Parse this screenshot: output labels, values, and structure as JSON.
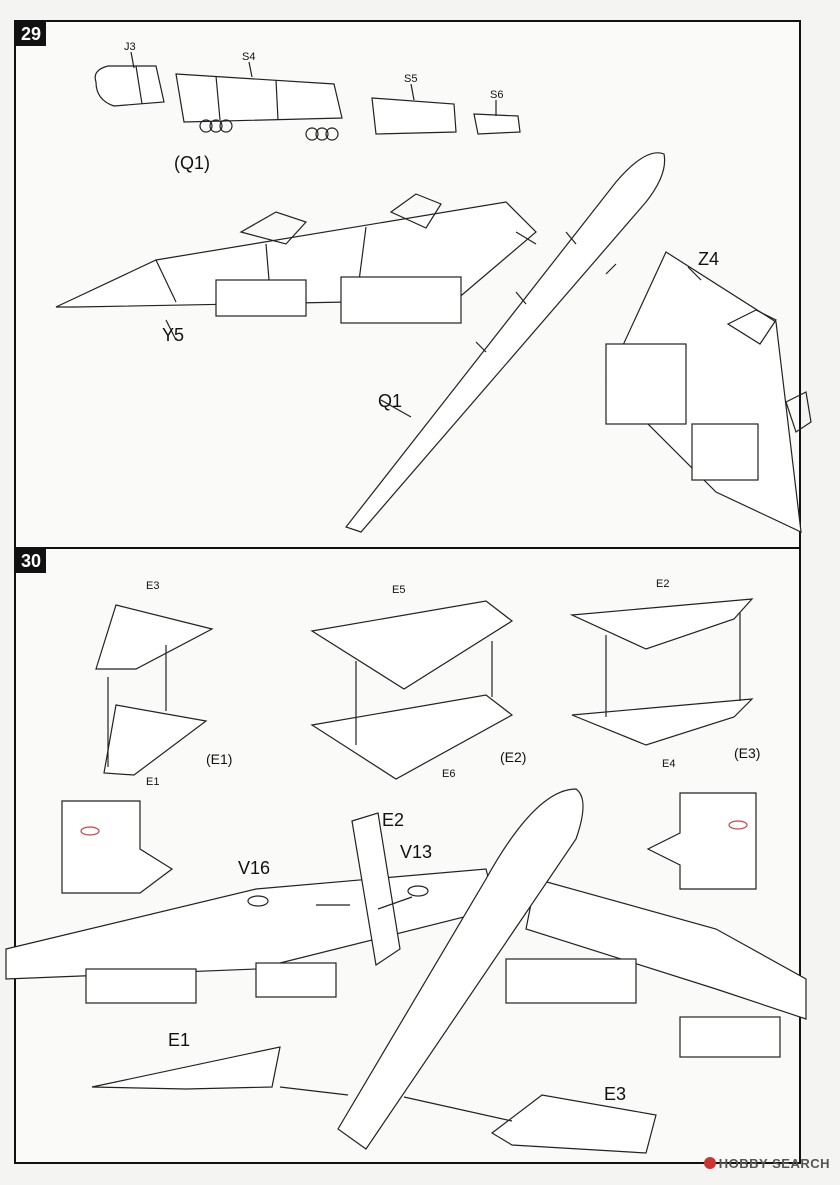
{
  "step29": {
    "number": "29",
    "labels": {
      "j3": "J3",
      "s4": "S4",
      "s5": "S5",
      "s6": "S6",
      "q1_ref": "(Q1)",
      "y5": "Y5",
      "z4": "Z4",
      "q1": "Q1"
    }
  },
  "step30": {
    "number": "30",
    "labels": {
      "e1_top": "E3",
      "e1_bottom": "E1",
      "e1_ref": "(E1)",
      "e2_top": "E5",
      "e2_bottom": "E6",
      "e2_ref": "(E2)",
      "e3_top": "E2",
      "e3_bottom": "E4",
      "e3_ref": "(E3)",
      "tail": "E2",
      "v16": "V16",
      "v13": "V13",
      "stab_left": "E1",
      "stab_right": "E3"
    }
  },
  "footer": {
    "brand": "HOBBY SEARCH"
  }
}
